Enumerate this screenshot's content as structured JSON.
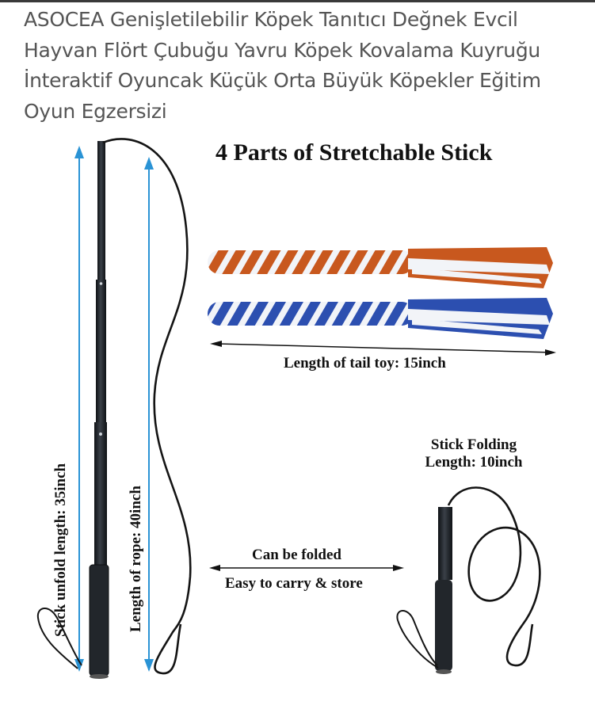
{
  "product": {
    "title": "ASOCEA Genişletilebilir Köpek Tanıtıcı Değnek Evcil Hayvan Flört Çubuğu Yavru Köpek Kovalama Kuyruğu İnteraktif Oyuncak Küçük Orta Büyük Köpekler Eğitim Oyun Egzersizi"
  },
  "image": {
    "headline": "4 Parts of Stretchable Stick",
    "tail_toy_label": "Length of tail toy: 15inch",
    "stick_unfold_label": "Stick unfold length: 35inch",
    "rope_length_label": "Length of rope: 40inch",
    "folding_label_line1": "Stick Folding",
    "folding_label_line2": "Length: 10inch",
    "can_be_folded": "Can be folded",
    "easy_carry": "Easy to carry & store",
    "colors": {
      "arrow_blue": "#2a93d5",
      "toy_orange": "#c8581e",
      "toy_blue": "#2c4fb0",
      "toy_white": "#f2f4f8",
      "stick_black": "#1d2126"
    }
  }
}
